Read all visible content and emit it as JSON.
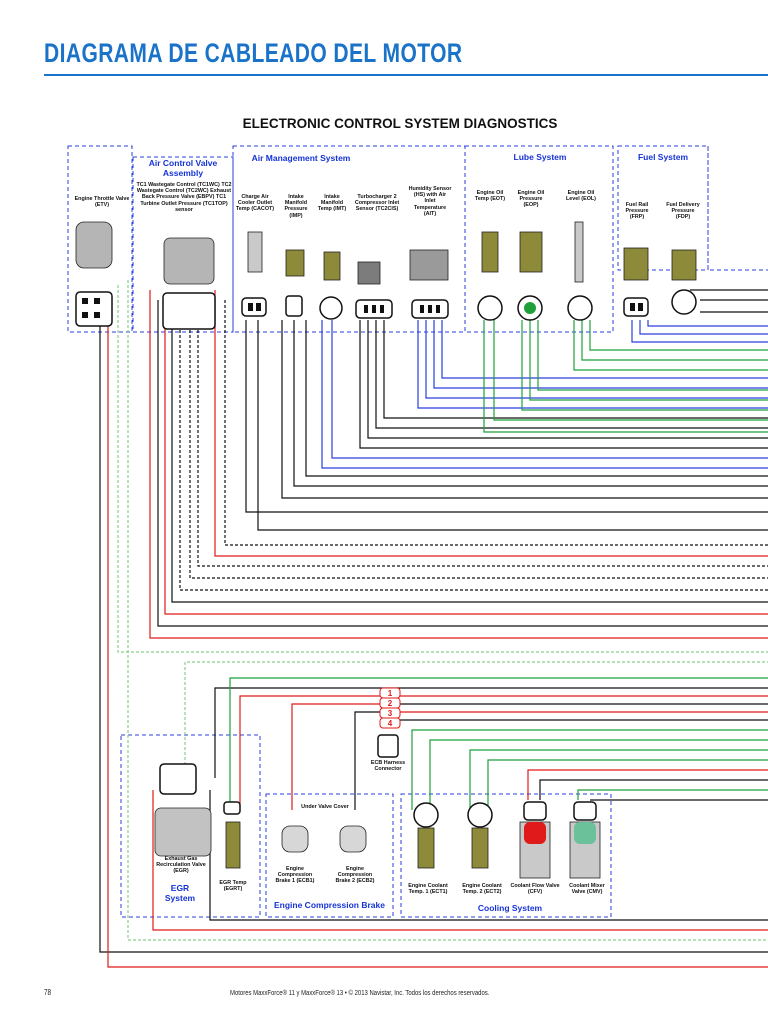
{
  "header": {
    "title": "DIAGRAMA DE CABLEADO DEL MOTOR"
  },
  "diagram_title": "ELECTRONIC CONTROL SYSTEM DIAGNOSTICS",
  "systems": {
    "air_control_valve": "Air Control Valve Assembly",
    "air_management": "Air Management System",
    "lube": "Lube System",
    "fuel": "Fuel System",
    "egr": "EGR System",
    "engine_compression_brake": "Engine Compression Brake",
    "cooling": "Cooling System"
  },
  "components": {
    "etv": "Engine Throttle Valve (ETV)",
    "acv_list": "TC1 Wastegate Control (TC1WC) TC2 Wastegate Control (TC2WC) Exhaust Back Pressure Valve (EBPV) TC1 Turbine Outlet Pressure (TC1TOP) sensor",
    "cacot": "Charge Air Cooler Outlet Temp (CACOT)",
    "imp": "Intake Manifold Pressure (IMP)",
    "imt": "Intake Manifold Temp (IMT)",
    "tc2cis": "Turbocharger 2 Compressor Inlet Sensor (TC2CIS)",
    "hs_ait": "Humidity Sensor (HS) with Air Inlet Temperature (AIT)",
    "eot": "Engine Oil Temp (EOT)",
    "eop": "Engine Oil Pressure (EOP)",
    "eol": "Engine Oil Level (EOL)",
    "frp": "Fuel Rail Pressure (FRP)",
    "fdp": "Fuel Delivery Pressure (FDP)",
    "egr_valve": "Exhaust Gas Recirculation Valve (EGR)",
    "egrt": "EGR Temp (EGRT)",
    "under_valve_cover": "Under Valve Cover",
    "ecb1": "Engine Compression Brake 1 (ECB1)",
    "ecb2": "Engine Compression Brake 2 (ECB2)",
    "ecb_connector": "ECB Harness Connector",
    "ect1": "Engine Coolant Temp. 1 (ECT1)",
    "ect2": "Engine Coolant Temp. 2 (ECT2)",
    "cfv": "Coolant Flow Valve (CFV)",
    "cmv": "Coolant Mixer Valve (CMV)"
  },
  "ecb_pins": [
    "1",
    "2",
    "3",
    "4"
  ],
  "footer": {
    "page_number": "78",
    "text": "Motores MaxxForce® 11 y MaxxForce® 13  •  © 2013 Navistar, Inc. Todos los derechos reservados."
  },
  "colors": {
    "header_blue": "#1a73c8",
    "system_blue": "#1533d6",
    "wire_black": "#111111",
    "wire_red": "#e01a1a",
    "wire_green": "#1fa03a",
    "wire_light_green": "#8ccf8a",
    "wire_blue": "#2a3fe0"
  }
}
